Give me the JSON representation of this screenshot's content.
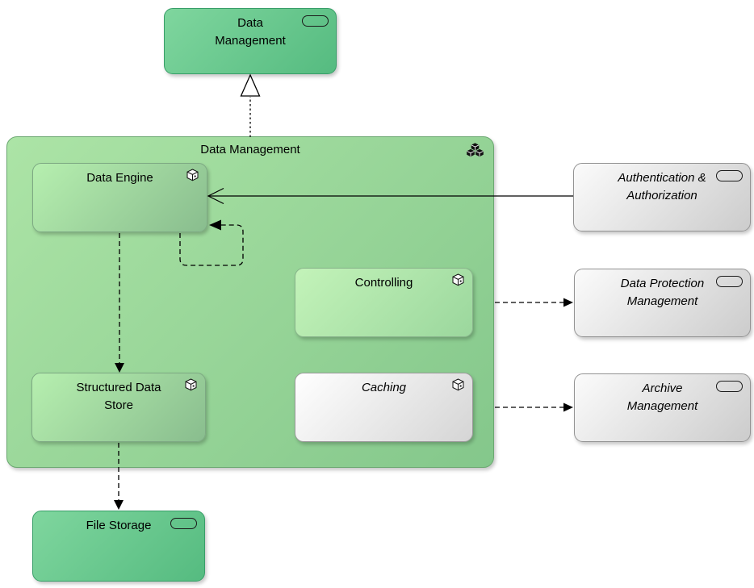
{
  "diagram": {
    "kind": "archimate-component-view",
    "background": "#ffffff"
  },
  "nodes": {
    "data_management_service": {
      "label": "Data\nManagement",
      "icon": "capsule-icon",
      "style": "dark-green"
    },
    "data_management_group": {
      "label": "Data Management",
      "icon": "cluster-cubes-icon",
      "style": "group-green"
    },
    "data_engine": {
      "label": "Data Engine",
      "icon": "cube-icon",
      "style": "mid-green"
    },
    "controlling": {
      "label": "Controlling",
      "icon": "cube-icon",
      "style": "light-green"
    },
    "structured_data_store": {
      "label": "Structured Data\nStore",
      "icon": "cube-icon",
      "style": "mid-green"
    },
    "caching": {
      "label": "Caching",
      "icon": "cube-icon",
      "style": "white",
      "italic": true
    },
    "authentication_authorization": {
      "label": "Authentication &\nAuthorization",
      "icon": "capsule-icon",
      "style": "grey",
      "italic": true
    },
    "data_protection_management": {
      "label": "Data Protection\nManagement",
      "icon": "capsule-icon",
      "style": "grey",
      "italic": true
    },
    "archive_management": {
      "label": "Archive\nManagement",
      "icon": "capsule-icon",
      "style": "grey",
      "italic": true
    },
    "file_storage": {
      "label": "File Storage",
      "icon": "capsule-icon",
      "style": "dark-green"
    }
  },
  "edges": [
    {
      "from": "data_management_group",
      "to": "data_management_service",
      "type": "realization-dotted-hollow-triangle"
    },
    {
      "from": "authentication_authorization",
      "to": "data_engine",
      "type": "serving-solid-open-arrow"
    },
    {
      "from": "data_engine",
      "to": "data_engine",
      "type": "flow-dashed-self-loop"
    },
    {
      "from": "data_engine",
      "to": "structured_data_store",
      "type": "flow-dashed-filled-arrow"
    },
    {
      "from": "structured_data_store",
      "to": "file_storage",
      "type": "flow-dashed-filled-arrow"
    },
    {
      "from": "data_management_group",
      "to": "data_protection_management",
      "type": "flow-dashed-filled-arrow"
    },
    {
      "from": "data_management_group",
      "to": "archive_management",
      "type": "flow-dashed-filled-arrow"
    }
  ],
  "colors": {
    "dark_green_top": "#7fd69e",
    "dark_green_bottom": "#55bb80",
    "group_green_top": "#ace4a6",
    "group_green_bottom": "#84c78b",
    "inner_green_top": "#b6efaf",
    "inner_green_bottom": "#89bd8e",
    "grey_top": "#fbfbfb",
    "grey_bottom": "#cccccc",
    "line": "#000000"
  }
}
